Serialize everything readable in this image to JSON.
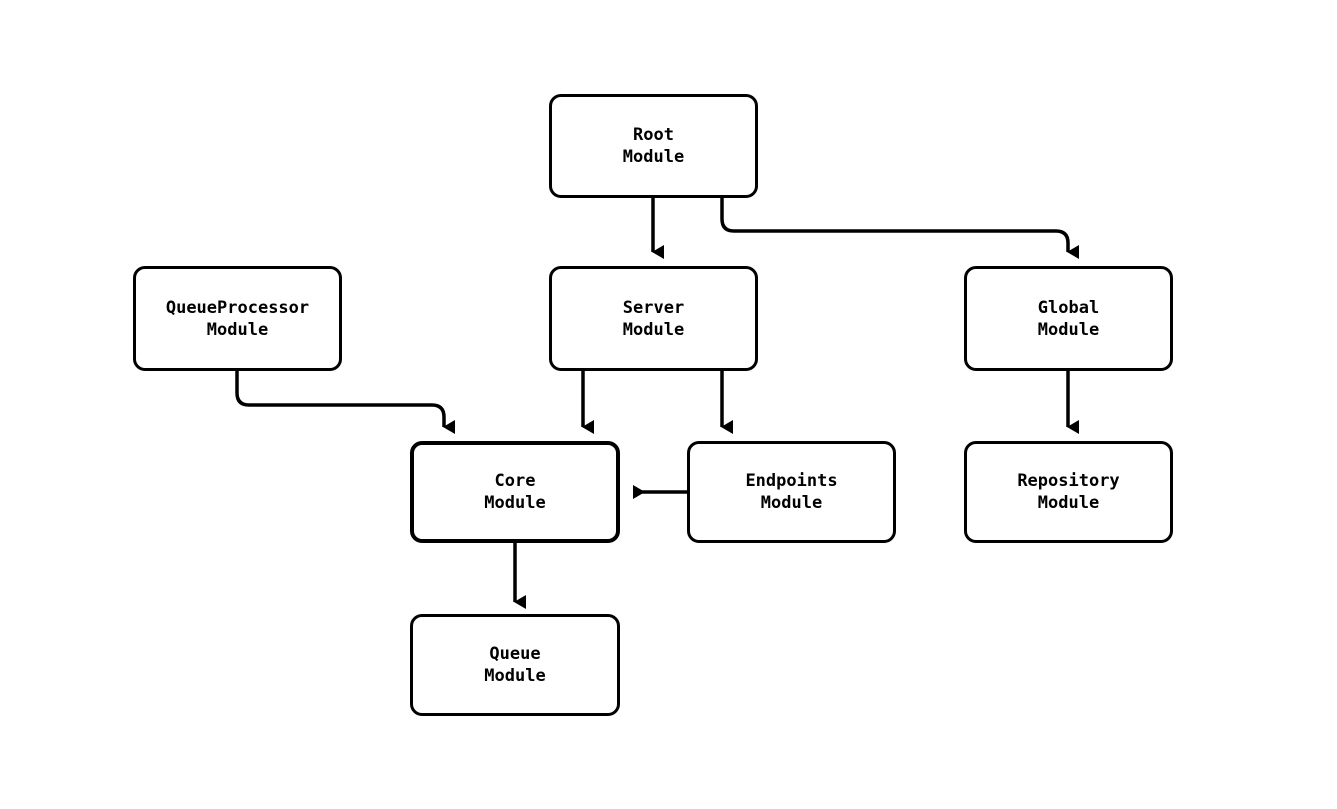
{
  "diagram": {
    "type": "module-dependency-graph",
    "background_color": "#ffffff",
    "line_color": "#000000",
    "node_fill": "#ffffff",
    "nodes": [
      {
        "id": "root",
        "line1": "Root",
        "line2": "Module"
      },
      {
        "id": "queueprocessor",
        "line1": "QueueProcessor",
        "line2": "Module"
      },
      {
        "id": "server",
        "line1": "Server",
        "line2": "Module"
      },
      {
        "id": "global",
        "line1": "Global",
        "line2": "Module"
      },
      {
        "id": "core",
        "line1": "Core",
        "line2": "Module"
      },
      {
        "id": "endpoints",
        "line1": "Endpoints",
        "line2": "Module"
      },
      {
        "id": "repository",
        "line1": "Repository",
        "line2": "Module"
      },
      {
        "id": "queue",
        "line1": "Queue",
        "line2": "Module"
      }
    ],
    "edges": [
      {
        "from": "root",
        "to": "server"
      },
      {
        "from": "root",
        "to": "global"
      },
      {
        "from": "server",
        "to": "core"
      },
      {
        "from": "server",
        "to": "endpoints"
      },
      {
        "from": "global",
        "to": "repository"
      },
      {
        "from": "endpoints",
        "to": "core"
      },
      {
        "from": "queueprocessor",
        "to": "core"
      },
      {
        "from": "core",
        "to": "queue"
      }
    ]
  }
}
